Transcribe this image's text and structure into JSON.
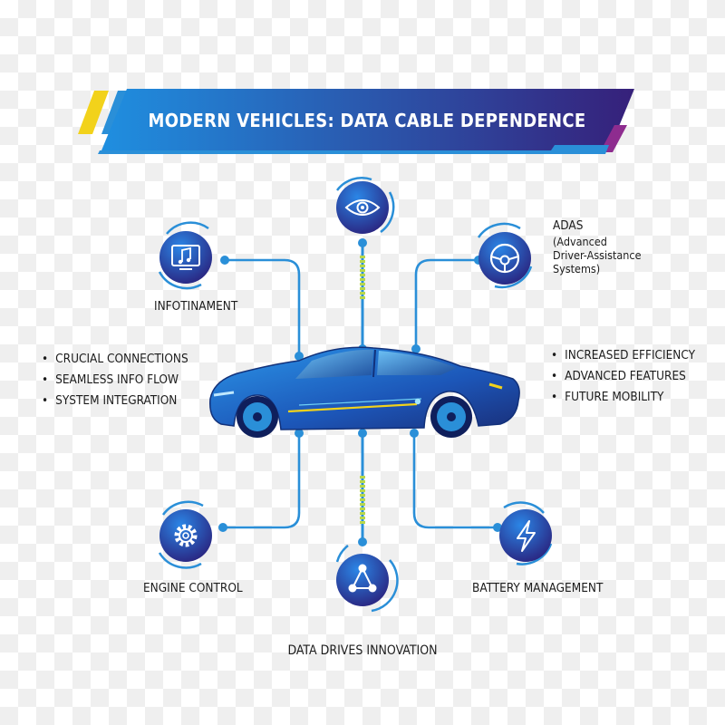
{
  "title": "MODERN VEHICLES: DATA CABLE DEPENDENCE",
  "nodes": {
    "infotainment": {
      "label": "INFOTINAMENT",
      "icon": "music-monitor-icon"
    },
    "adas_vision": {
      "icon": "eye-icon"
    },
    "adas": {
      "title": "ADAS",
      "detail": [
        "(Advanced",
        "Driver-Assistance",
        "Systems)"
      ],
      "icon": "steering-wheel-icon"
    },
    "engine": {
      "label": "ENGINE CONTROL",
      "icon": "gear-icon"
    },
    "data_network": {
      "icon": "network-nodes-icon"
    },
    "battery": {
      "label": "BATTERY MANAGEMENT",
      "icon": "lightning-bolt-icon"
    }
  },
  "left_bullets": [
    "CRUCIAL CONNECTIONS",
    "SEAMLESS INFO FLOW",
    "SYSTEM INTEGRATION"
  ],
  "right_bullets": [
    "INCREASED EFFICIENCY",
    "ADVANCED FEATURES",
    "FUTURE MOBILITY"
  ],
  "footer": "DATA DRIVES INNOVATION",
  "colors": {
    "banner_start": "#1f8fe0",
    "banner_end": "#36207a",
    "accent_yellow": "#f2d21b",
    "accent_magenta": "#8e2c8f",
    "line_blue": "#2a8fd8",
    "cable_green": "#b8d84a",
    "icon_circle_start": "#1f6fd4",
    "icon_circle_end": "#2a1d78"
  }
}
